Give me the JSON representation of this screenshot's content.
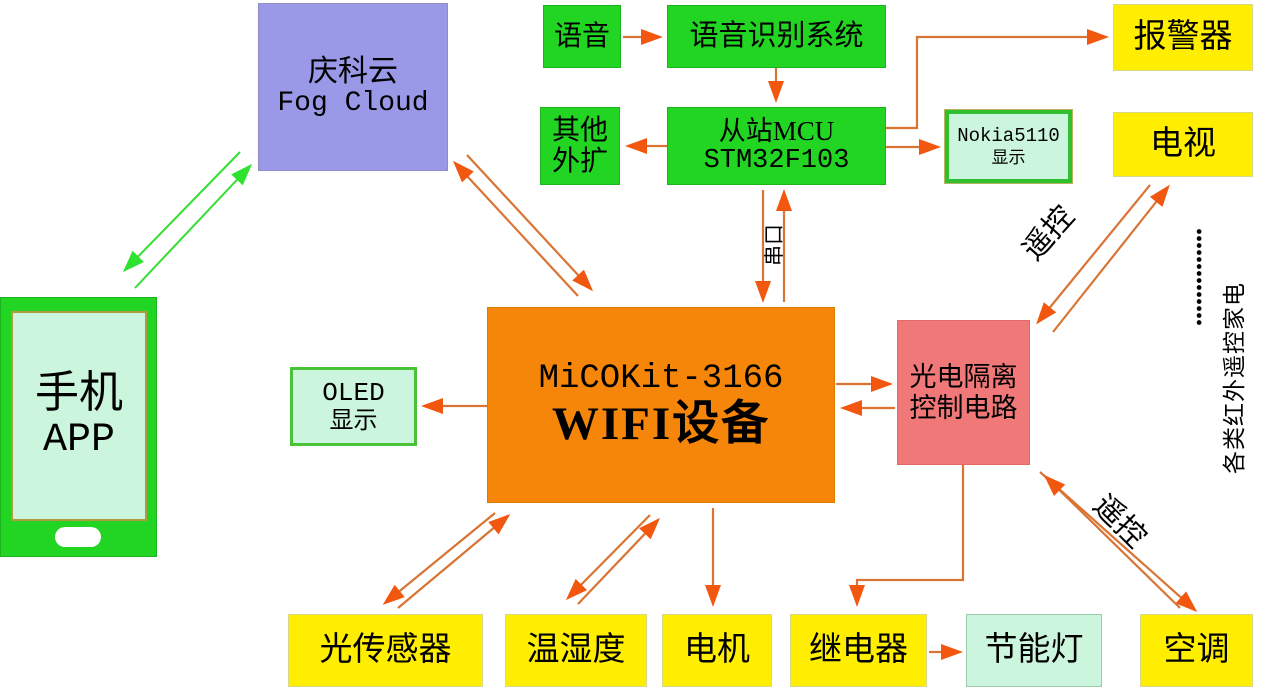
{
  "colors": {
    "green": "#23d523",
    "yellow": "#ffee00",
    "orange": "#f6860a",
    "pink": "#f07878",
    "lavender": "#9999e8",
    "mint": "#ccf5dd",
    "arrow_orange": "#d97434",
    "arrowhead_orange": "#f2570f",
    "arrow_green": "#33dd33"
  },
  "nodes": {
    "fog_cloud": {
      "lines": [
        "庆科云",
        "Fog Cloud"
      ]
    },
    "phone": {
      "lines": [
        "手机",
        "APP"
      ]
    },
    "voice": {
      "label": "语音"
    },
    "voice_recognition": {
      "label": "语音识别系统"
    },
    "other_expansion": {
      "lines": [
        "其他",
        "外扩"
      ]
    },
    "slave_mcu": {
      "lines": [
        "从站MCU",
        "STM32F103"
      ]
    },
    "nokia_display": {
      "lines": [
        "Nokia5110",
        "显示"
      ]
    },
    "alarm": {
      "label": "报警器"
    },
    "tv": {
      "label": "电视"
    },
    "micokit": {
      "lines": [
        "MiCOKit-3166",
        "WIFI设备"
      ]
    },
    "oled_display": {
      "lines": [
        "OLED",
        "显示"
      ]
    },
    "opto_isolation": {
      "lines": [
        "光电隔离",
        "控制电路"
      ]
    },
    "light_sensor": {
      "label": "光传感器"
    },
    "temp_humidity": {
      "label": "温湿度"
    },
    "motor": {
      "label": "电机"
    },
    "relay": {
      "label": "继电器"
    },
    "energy_lamp": {
      "label": "节能灯"
    },
    "air_conditioner": {
      "label": "空调"
    }
  },
  "edge_labels": {
    "serial_port": "串口",
    "remote_control_top": "遥控",
    "remote_control_bottom": "遥控",
    "ir_appliances": "各类红外遥控家电",
    "dots": "••••••••••••••"
  }
}
